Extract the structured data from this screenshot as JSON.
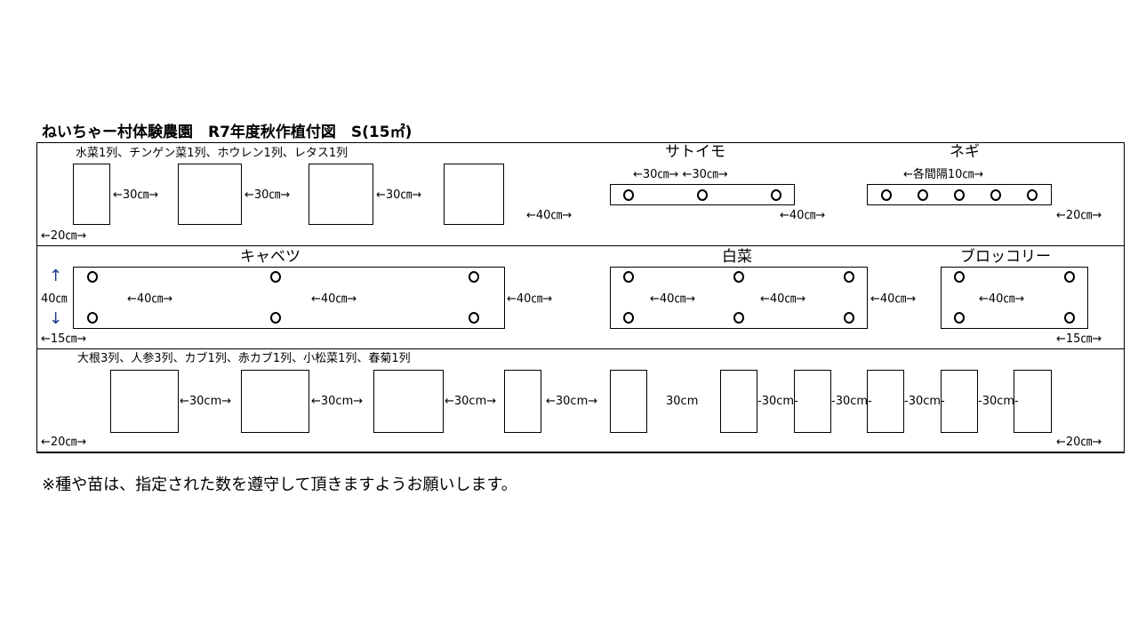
{
  "title": "ねいちゃー村体験農園　R7年度秋作植付図　S(15㎡)",
  "row1": {
    "caption": "水菜1列、チンゲン菜1列、ホウレン1列、レタス1列",
    "gap30": "←30㎝→",
    "gap40": "←40㎝→",
    "edge20": "←20㎝→",
    "satoimo": {
      "name": "サトイモ",
      "spacing": "←30㎝→ ←30㎝→"
    },
    "negi": {
      "name": "ネギ",
      "spacing": "←各間隔10㎝→"
    }
  },
  "row2": {
    "cabbage": "キャベツ",
    "hakusai": "白菜",
    "broccoli": "ブロッコリー",
    "gap40": "←40㎝→",
    "row_spacing": "40㎝",
    "up_arrow": "↑",
    "down_arrow": "↓",
    "edge15": "←15㎝→"
  },
  "row3": {
    "caption": "大根3列、人参3列、カブ1列、赤カブ1列、小松菜1列、春菊1列",
    "gap30": "←30cm→",
    "gap30_plain": "30cm",
    "gap30_dash": "-30cm-",
    "edge20": "←20㎝→"
  },
  "note": "※種や苗は、指定された数を遵守して頂きますようお願いします。"
}
